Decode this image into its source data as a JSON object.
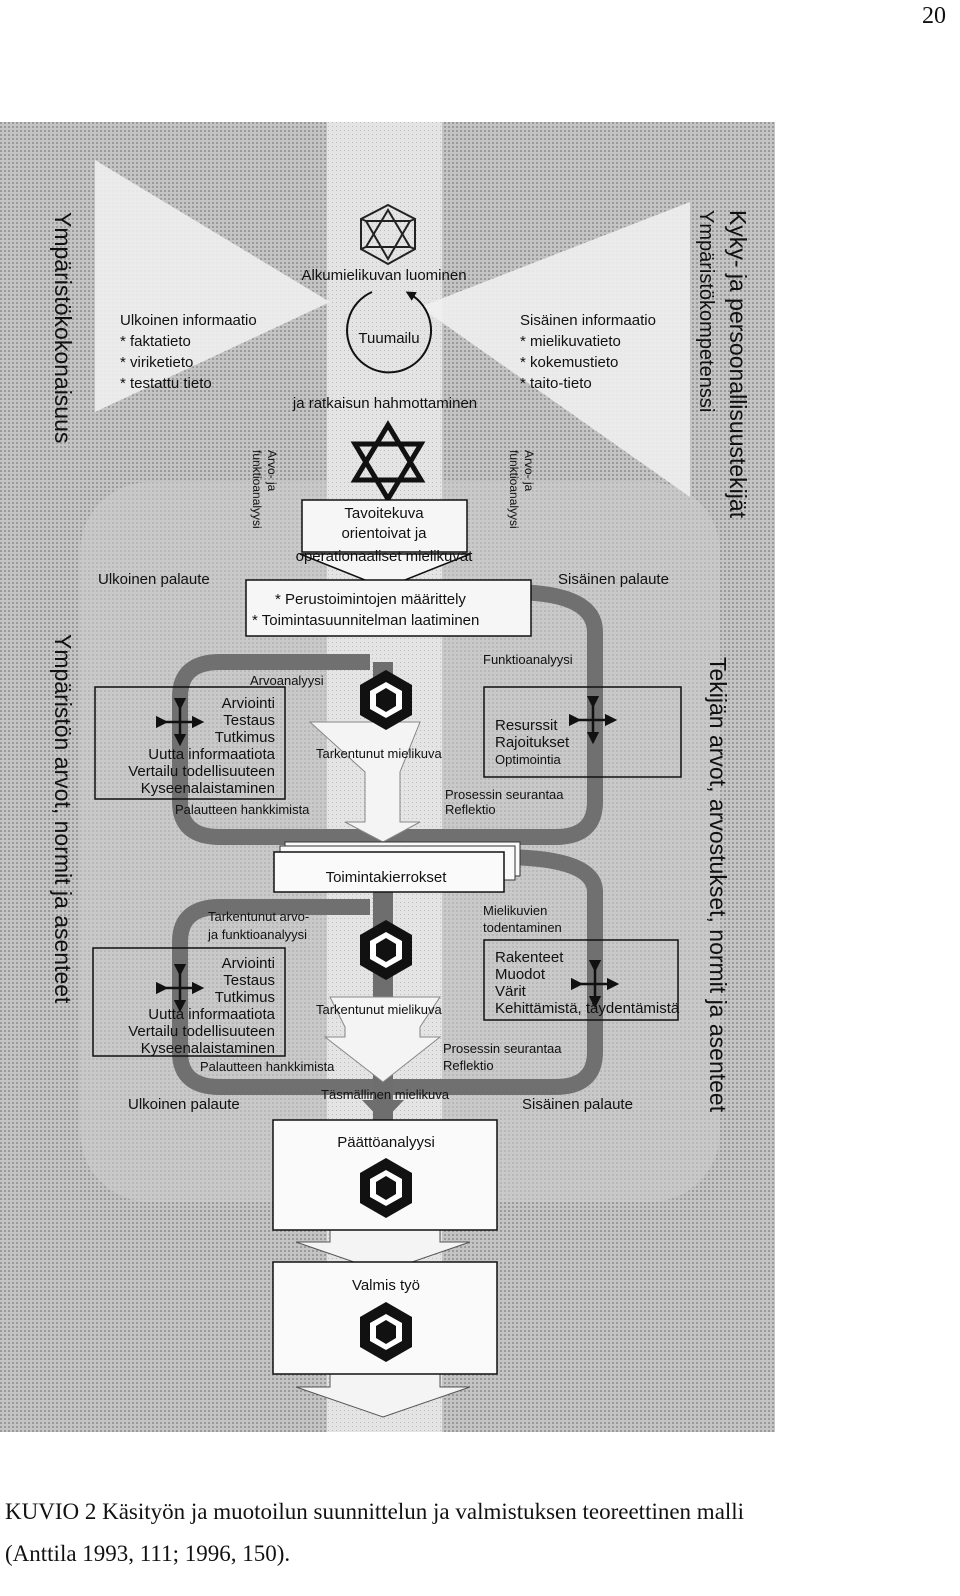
{
  "page_number": "20",
  "side_labels": {
    "left_top": "Ympäristökokonaisuus",
    "left_bottom": "Ympäristön arvot, normit ja asenteet",
    "right_top_1": "Kyky- ja persoonallisuustekijät",
    "right_top_2": "Ympäristökompetenssi",
    "right_bottom": "Tekijän arvot, arvostukset, normit ja asenteet"
  },
  "top": {
    "alku": "Alkumielikuvan luominen",
    "tuumailu": "Tuumailu",
    "ratkaisu": "ja ratkaisun hahmottaminen"
  },
  "outer_info": {
    "title": "Ulkoinen informaatio",
    "items": [
      "* faktatieto",
      "* viriketieto",
      "* testattu tieto"
    ]
  },
  "inner_info": {
    "title": "Sisäinen informaatio",
    "items": [
      "* mielikuvatieto",
      "* kokemustieto",
      "* taito-tieto"
    ]
  },
  "arvo_left": [
    "Arvo- ja",
    "funktioanalyysi"
  ],
  "arvo_right": [
    "Arvo- ja",
    "funktioanalyysi"
  ],
  "tavoitekuva": [
    "Tavoitekuva",
    "orientoivat ja",
    "operationaaliset mielikuvat"
  ],
  "feedback": {
    "outer_1": "Ulkoinen palaute",
    "inner_1": "Sisäinen palaute",
    "outer_2": "Ulkoinen palaute",
    "inner_2": "Sisäinen palaute"
  },
  "perus": [
    "* Perustoimintojen määrittely",
    "* Toimintasuunnitelman laatiminen"
  ],
  "cycle1": {
    "arvoanalyysi": "Arvoanalyysi",
    "funktioanalyysi": "Funktioanalyysi",
    "left_box": [
      "Arviointi",
      "Testaus",
      "Tutkimus",
      "Uutta informaatiota",
      "Vertailu todellisuuteen",
      "Kyseenalaistaminen"
    ],
    "palautteen": "Palautteen hankkimista",
    "tarkentunut": "Tarkentunut mielikuva",
    "right_box": [
      "Resurssit",
      "Rajoitukset",
      "Optimointia"
    ],
    "prosessi": [
      "Prosessin seurantaa",
      "Reflektio"
    ]
  },
  "toimintakierrokset": "Toimintakierrokset",
  "cycle2": {
    "tarkentunut_arvo": [
      "Tarkentunut arvo-",
      "ja funktioanalyysi"
    ],
    "mielikuvien": [
      "Mielikuvien",
      "todentaminen"
    ],
    "left_box": [
      "Arviointi",
      "Testaus",
      "Tutkimus",
      "Uutta informaatiota",
      "Vertailu todellisuuteen",
      "Kyseenalaistaminen"
    ],
    "palautteen": "Palautteen hankkimista",
    "tarkentunut": "Tarkentunut mielikuva",
    "right_box": [
      "Rakenteet",
      "Muodot",
      "Värit",
      "Kehittämistä, täydentämistä"
    ],
    "prosessi": [
      "Prosessin seurantaa",
      "Reflektio"
    ]
  },
  "tasmallinen": "Täsmällinen mielikuva",
  "paattoanalyysi": "Päättöanalyysi",
  "valmis": "Valmis työ",
  "caption": {
    "line1": "KUVIO 2 Käsityön ja muotoilun suunnittelun ja valmistuksen teoreettinen malli",
    "line2": "(Anttila 1993, 111; 1996, 150)."
  },
  "colors": {
    "background": "#b4b4b4",
    "column": "#d6d6d6",
    "band": "#707070",
    "ink": "#111111"
  }
}
